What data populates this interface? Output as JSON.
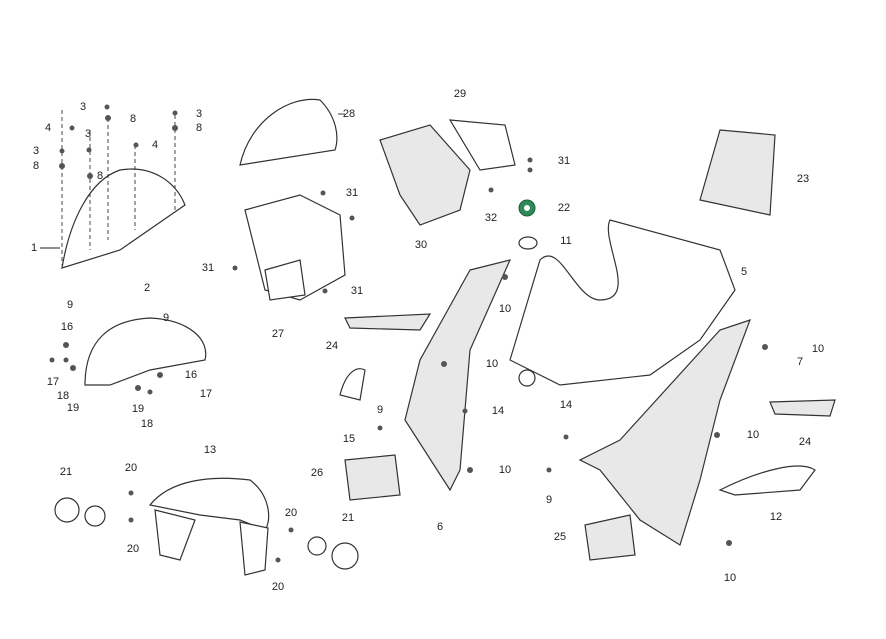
{
  "diagram": {
    "callouts": [
      "3",
      "8",
      "3",
      "8",
      "4",
      "3",
      "4",
      "3",
      "8",
      "8",
      "1",
      "28",
      "29",
      "31",
      "23",
      "22",
      "32",
      "30",
      "31",
      "31",
      "31",
      "27",
      "11",
      "5",
      "2",
      "9",
      "9",
      "16",
      "16",
      "17",
      "18",
      "19",
      "19",
      "18",
      "17",
      "10",
      "24",
      "10",
      "10",
      "7",
      "15",
      "9",
      "14",
      "14",
      "10",
      "24",
      "26",
      "10",
      "6",
      "9",
      "12",
      "25",
      "10",
      "13",
      "21",
      "20",
      "20",
      "20",
      "20",
      "21"
    ],
    "highlight_color": "#2e8b57"
  }
}
